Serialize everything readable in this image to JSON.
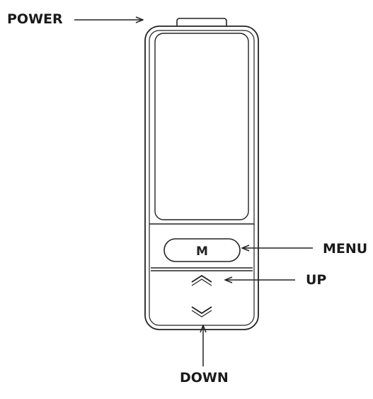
{
  "labels": {
    "power": "POWER",
    "menu": "MENU",
    "up": "UP",
    "down": "DOWN"
  },
  "menu_button": {
    "letter": "M"
  },
  "colors": {
    "stroke": "#222222",
    "background": "#ffffff"
  },
  "icons": {
    "up_button": "chevron-up-icon",
    "down_button": "chevron-down-icon"
  }
}
